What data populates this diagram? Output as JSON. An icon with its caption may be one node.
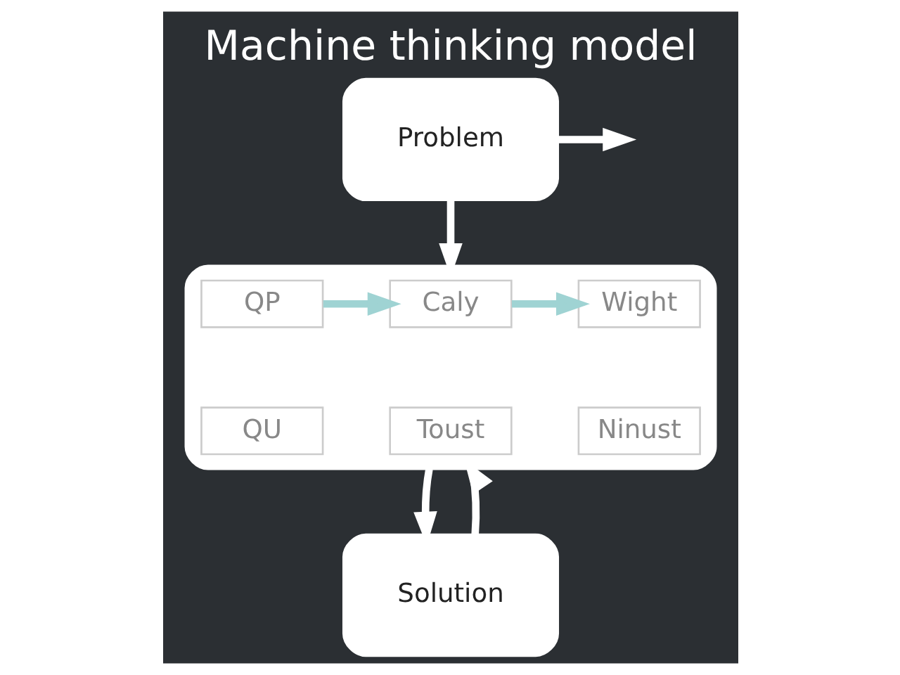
{
  "diagram": {
    "title": "Machine thinking model",
    "nodes": [
      {
        "text": [
          "Problem"
        ]
      },
      {
        "text": [],
        "shape": "box"
      },
      {
        "text": [
          "QP"
        ],
        "in": 1
      },
      {
        "text": [
          "Caly"
        ],
        "in": 1
      },
      {
        "text": [
          "Wight"
        ],
        "in": 1
      },
      {
        "text": [
          "QU"
        ],
        "in": 1
      },
      {
        "text": [
          "Toust"
        ],
        "in": 1
      },
      {
        "text": [
          "Ninust"
        ],
        "in": 1
      },
      {
        "text": [
          "Solution"
        ]
      }
    ],
    "edges": [
      {
        "from": 0,
        "to": null,
        "arrow": "to"
      },
      {
        "from": 0,
        "to": 1,
        "arrow": "to"
      },
      {
        "from": 2,
        "to": 3,
        "arrow": "to",
        "color": "#9fd3d3"
      },
      {
        "from": 3,
        "to": 4,
        "arrow": "to",
        "color": "#9fd3d3"
      },
      {
        "from": 1,
        "to": 8,
        "arrow": "to"
      },
      {
        "from": 8,
        "to": 1,
        "arrow": "to"
      }
    ]
  }
}
